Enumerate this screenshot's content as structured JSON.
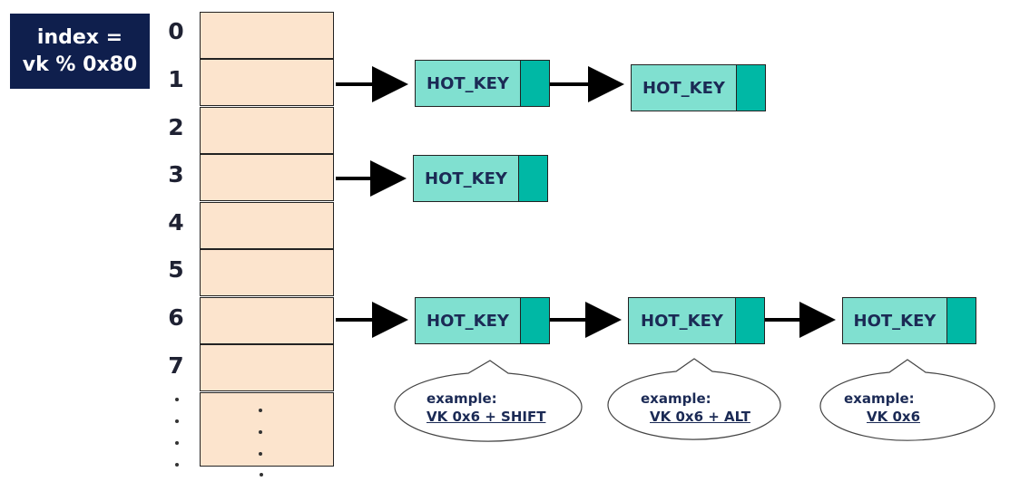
{
  "formula": {
    "line1": "index =",
    "line2": "vk % 0x80"
  },
  "indices": [
    "0",
    "1",
    "2",
    "3",
    "4",
    "5",
    "6",
    "7"
  ],
  "node_label": "HOT_KEY",
  "examples": [
    {
      "label": "example:",
      "value": "VK 0x6 + SHIFT"
    },
    {
      "label": "example:",
      "value": "VK 0x6 + ALT"
    },
    {
      "label": "example:",
      "value": "VK 0x6"
    }
  ],
  "colors": {
    "formula_bg": "#0f1f4d",
    "cell_fill": "#fce4cd",
    "node_fill": "#80e0d0",
    "node_pointer": "#00b8a5",
    "text_dark": "#1b2a55"
  }
}
